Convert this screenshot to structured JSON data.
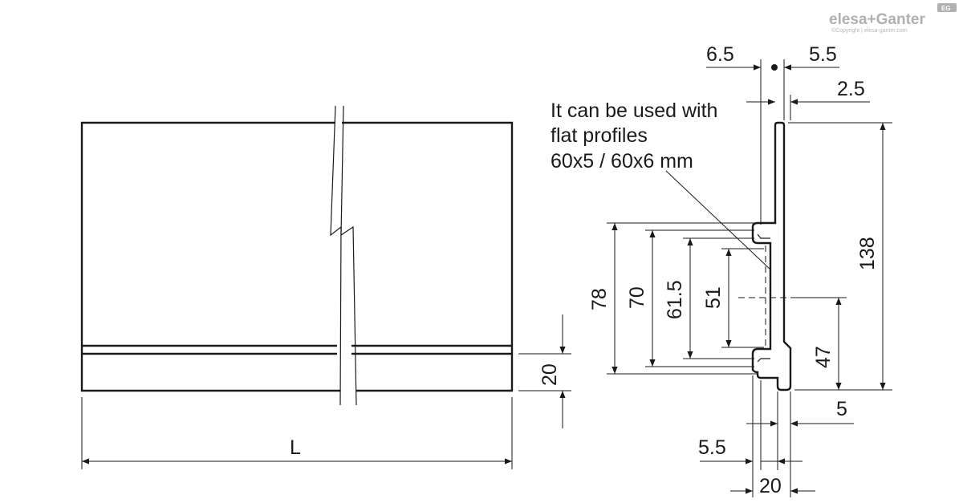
{
  "brand": {
    "logo_text": "elesa+Ganter",
    "badge_text": "EG",
    "copyright": "©Copyright | elesa-ganter.com"
  },
  "note": {
    "line1": "It can be used with",
    "line2": "flat profiles",
    "line3": "60x5 / 60x6 mm"
  },
  "dimensions": {
    "length": "L",
    "base_height": "20",
    "top_left": "6.5",
    "top_right": "5.5",
    "top_offset": "2.5",
    "total_height": "138",
    "h78": "78",
    "h70": "70",
    "h61_5": "61.5",
    "h51": "51",
    "h47": "47",
    "bottom_right": "5",
    "bottom_left": "5.5",
    "bottom_width": "20"
  }
}
